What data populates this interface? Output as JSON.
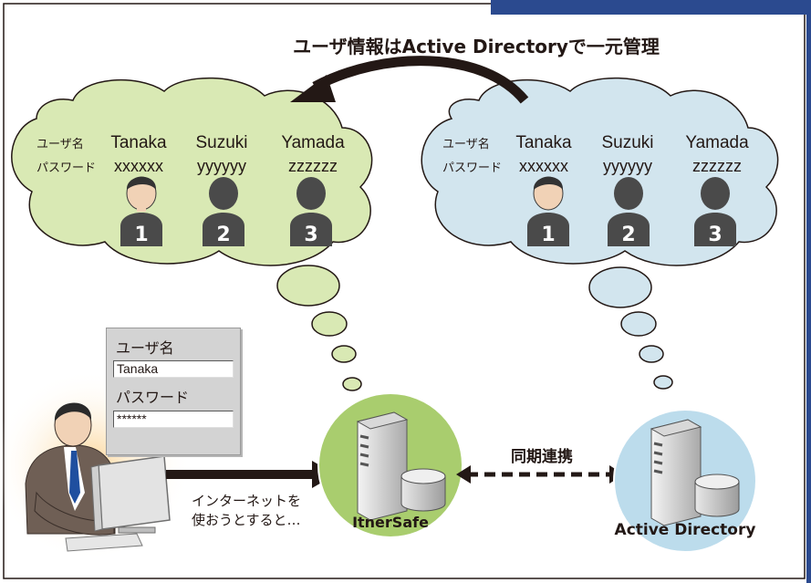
{
  "clouds": {
    "left": {
      "row_labels": {
        "username": "ユーザ名",
        "password": "パスワード"
      },
      "users": [
        {
          "name": "Tanaka",
          "password": "xxxxxx",
          "number": "1"
        },
        {
          "name": "Suzuki",
          "password": "yyyyyy",
          "number": "2"
        },
        {
          "name": "Yamada",
          "password": "zzzzzz",
          "number": "3"
        }
      ]
    },
    "right": {
      "row_labels": {
        "username": "ユーザ名",
        "password": "パスワード"
      },
      "users": [
        {
          "name": "Tanaka",
          "password": "xxxxxx",
          "number": "1"
        },
        {
          "name": "Suzuki",
          "password": "yyyyyy",
          "number": "2"
        },
        {
          "name": "Yamada",
          "password": "zzzzzz",
          "number": "3"
        }
      ]
    }
  },
  "annotations": {
    "central_management": "ユーザ情報はActive Directoryで一元管理",
    "sync": "同期連携",
    "internet_line1": "インターネットを",
    "internet_line2": "使おうとすると…"
  },
  "servers": {
    "itnersafe": "ItnerSafe",
    "active_directory": "Active Directory"
  },
  "login_form": {
    "username_label": "ユーザ名",
    "username_value": "Tanaka",
    "password_label": "パスワード",
    "password_value": "******"
  },
  "colors": {
    "left_cloud": "#d9e9b4",
    "right_cloud": "#d2e5ee",
    "itnersafe_circle": "#a9cd6e",
    "ad_circle": "#bcdcec",
    "person_dark": "#4a4a4a",
    "frame_accent": "#2b4a8f"
  }
}
